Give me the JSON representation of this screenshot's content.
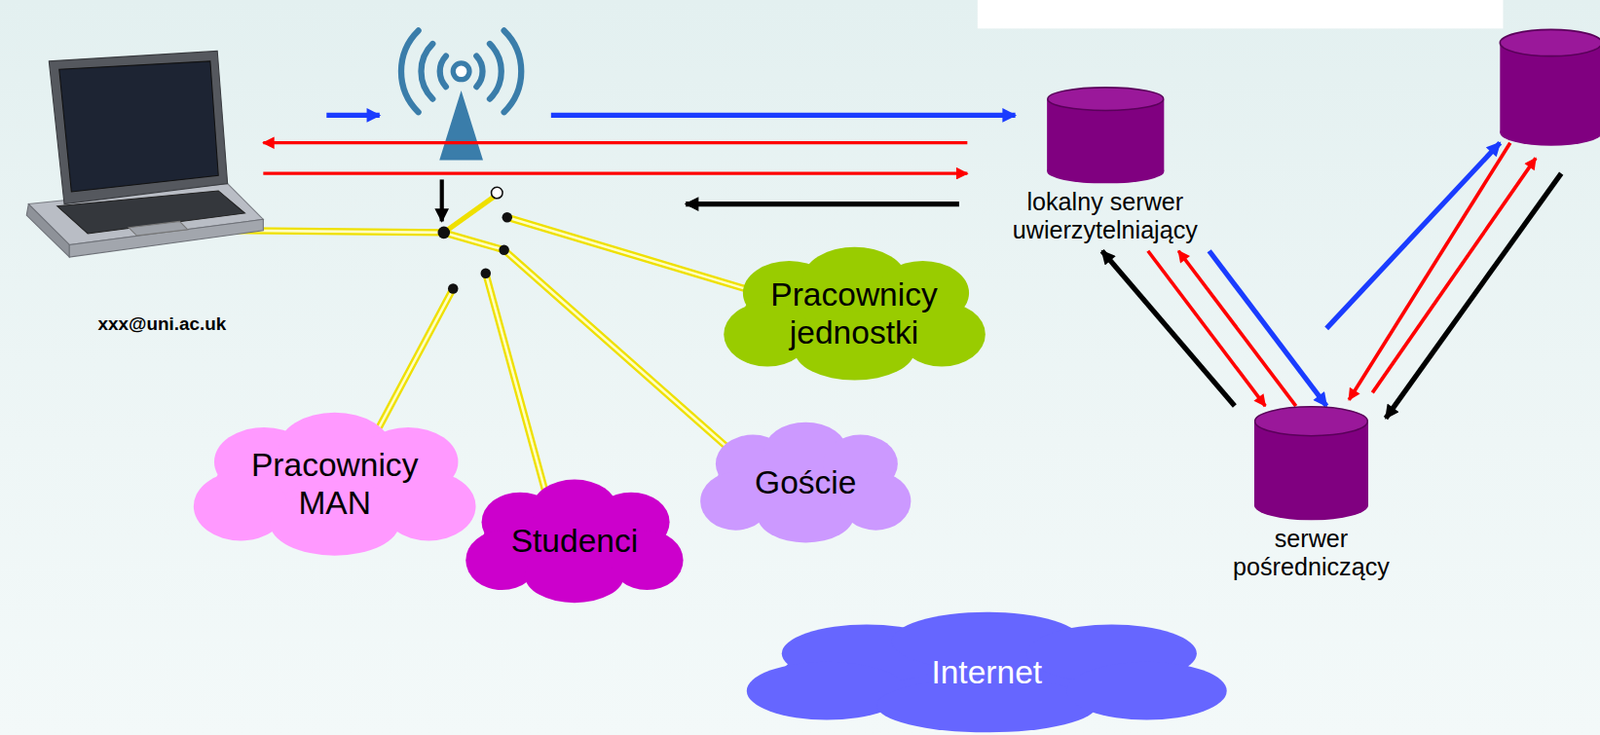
{
  "diagram": {
    "nodes": [
      {
        "text": [
          "xxx@uni.ac.uk"
        ]
      },
      {
        "text": [
          "lokalny serwer uwierzytelniający"
        ]
      },
      {
        "text": [
          "serwer pośredniczący"
        ]
      },
      {
        "text": [
          "Pracownicy jednostki"
        ]
      },
      {
        "text": [
          "Pracownicy MAN"
        ]
      },
      {
        "text": [
          "Studenci"
        ]
      },
      {
        "text": [
          "Goście"
        ]
      },
      {
        "text": [
          "Internet"
        ]
      }
    ],
    "edges": [
      {
        "from": 1,
        "to": 0,
        "arrow": "to"
      },
      {
        "from": 0,
        "to": 1,
        "arrow": "to"
      },
      {
        "from": 1,
        "to": 2,
        "arrow": "to"
      },
      {
        "from": 2,
        "to": 1,
        "arrow": "to"
      },
      {
        "from": 1,
        "to": 2,
        "arrow": "to"
      },
      {
        "from": 2,
        "to": 1,
        "arrow": "to"
      }
    ]
  }
}
